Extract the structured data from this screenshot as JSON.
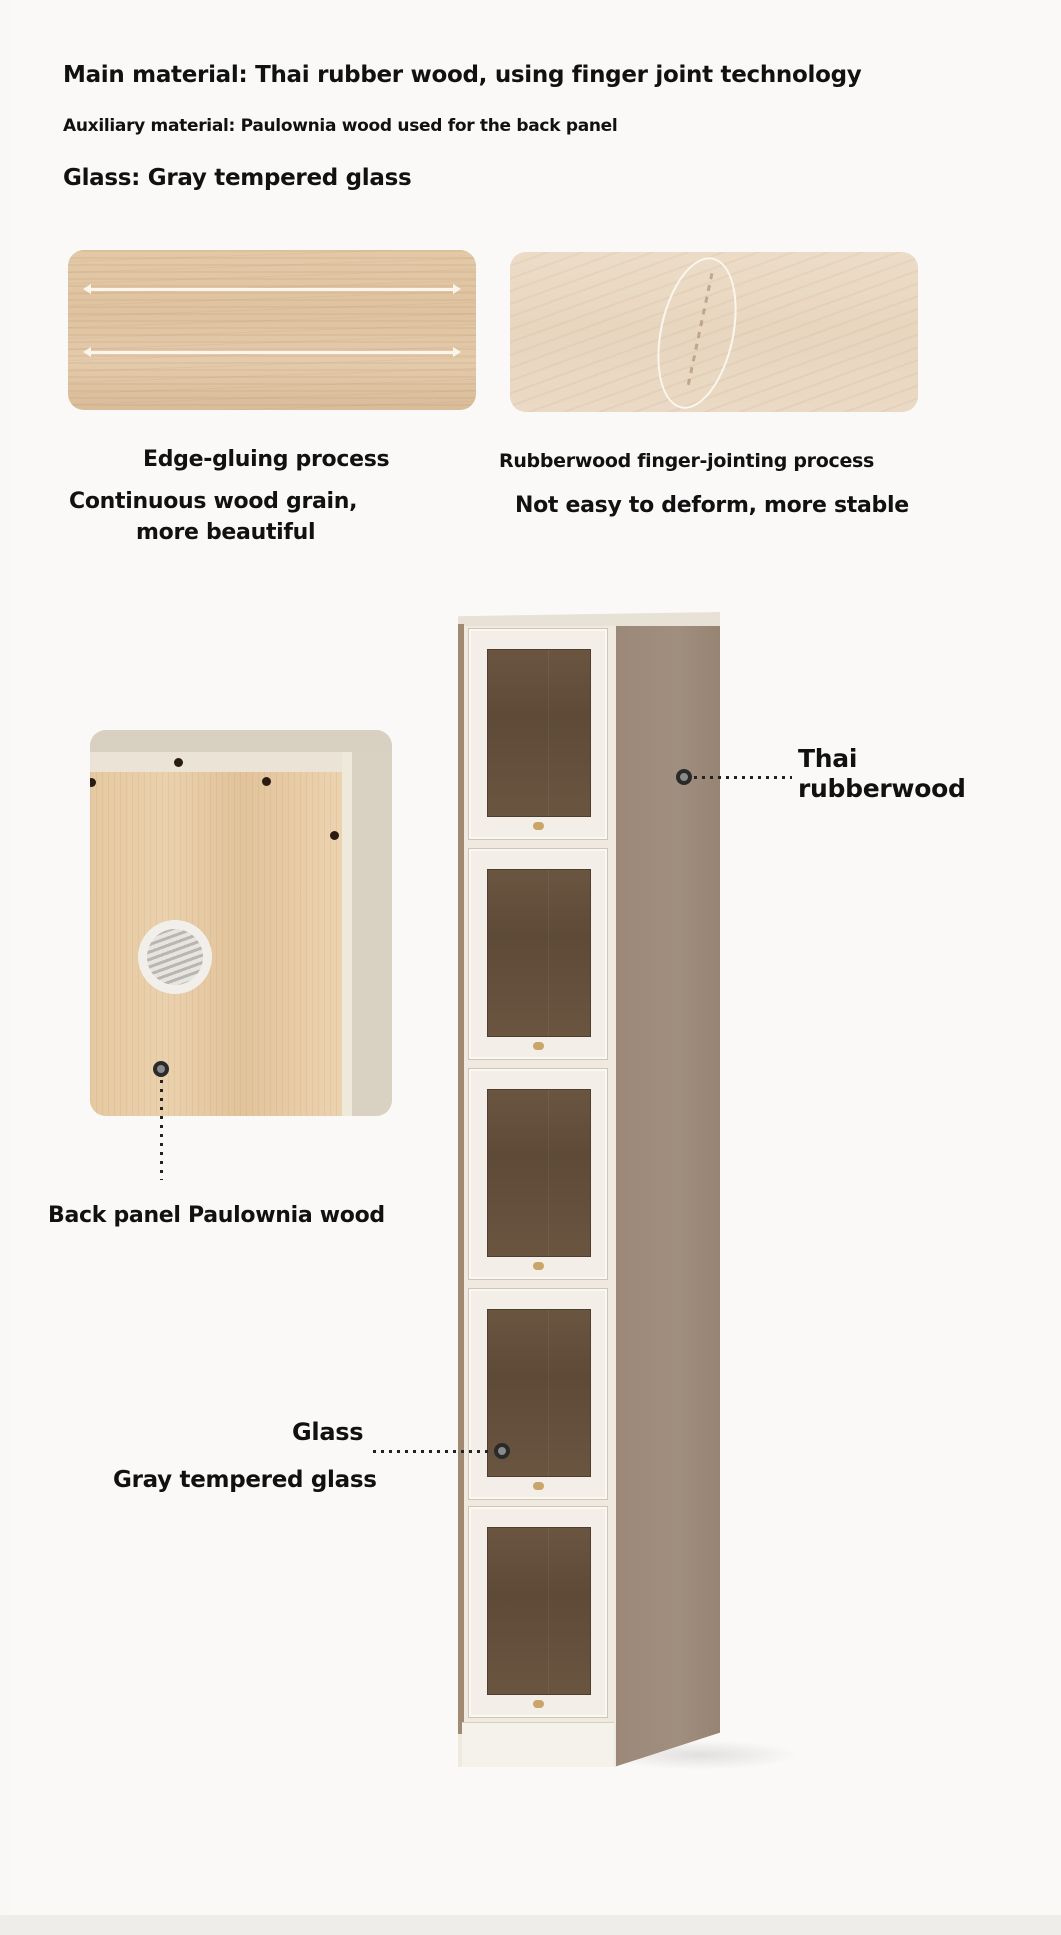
{
  "materials": {
    "main": "Main material: Thai rubber wood, using finger joint technology",
    "auxiliary": "Auxiliary material: Paulownia wood used for the back panel",
    "glass": "Glass: Gray tempered glass"
  },
  "processes": [
    {
      "title": "Edge-gluing process",
      "benefit_line1": "Continuous wood grain,",
      "benefit_line2": "more beautiful",
      "image": "edge-glued-wood-grain-panel"
    },
    {
      "title": "Rubberwood finger-jointing process",
      "benefit_line1": "Not easy to deform, more stable",
      "image": "finger-jointed-rubberwood-panel"
    }
  ],
  "callouts": {
    "side": {
      "line1": "Thai",
      "line2": "rubberwood"
    },
    "back_panel": {
      "label": "Back panel Paulownia wood"
    },
    "glass": {
      "title": "Glass",
      "subtitle": "Gray tempered glass"
    }
  },
  "product": {
    "name": "tall narrow glass-door cabinet",
    "door_count": 5,
    "colors": {
      "front": "#f3efe8",
      "side": "#9b8878",
      "glass": "#5e4a37",
      "knob": "#c9a56a"
    }
  },
  "colors": {
    "background": "#faf9f7",
    "text": "#111111",
    "wood_light": "#e3c9a8"
  }
}
